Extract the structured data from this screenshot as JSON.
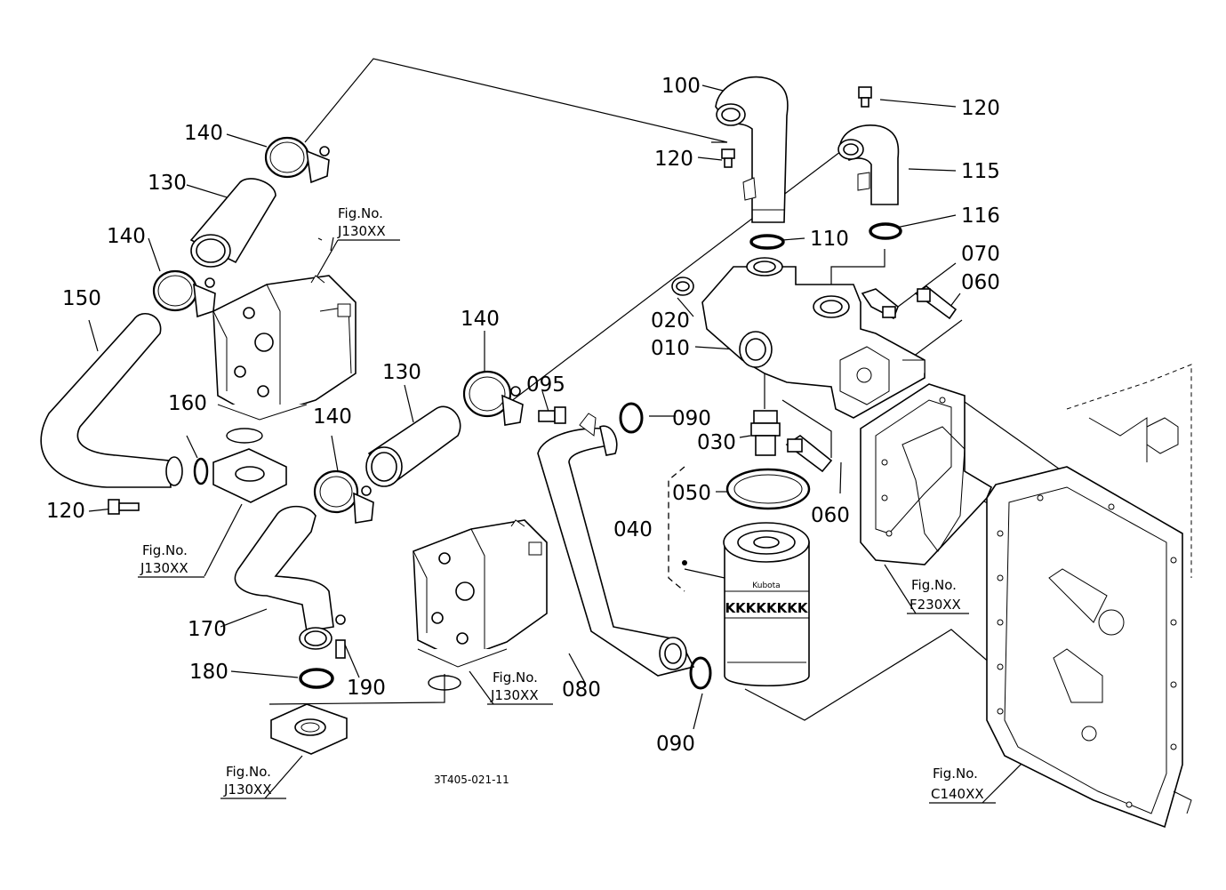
{
  "part_labels": {
    "p100": "100",
    "p120_top": "120",
    "p120_mid": "120",
    "p115": "115",
    "p116": "116",
    "p110": "110",
    "p070": "070",
    "p060_top": "060",
    "p020": "020",
    "p010": "010",
    "p140_a": "140",
    "p130_a": "130",
    "p140_b": "140",
    "p150": "150",
    "p160": "160",
    "p120_left": "120",
    "p140_c": "140",
    "p130_b": "130",
    "p140_d": "140",
    "p095": "095",
    "p090_top": "090",
    "p030": "030",
    "p060_bottom": "060",
    "p050": "050",
    "p040": "040",
    "p170": "170",
    "p180": "180",
    "p190": "190",
    "p080": "080",
    "p090_bottom": "090"
  },
  "figure_refs": [
    {
      "line1": "Fig.No.",
      "line2": "J130XX"
    },
    {
      "line1": "Fig.No.",
      "line2": "J130XX"
    },
    {
      "line1": "Fig.No.",
      "line2": "J130XX"
    },
    {
      "line1": "Fig.No.",
      "line2": "J130XX"
    },
    {
      "line1": "Fig.No.",
      "line2": "F230XX"
    },
    {
      "line1": "Fig.No.",
      "line2": "C140XX"
    }
  ],
  "filter_brand": "Kubota",
  "filter_band": "KKKKKKKK",
  "drawing_number": "3T405-021-11"
}
